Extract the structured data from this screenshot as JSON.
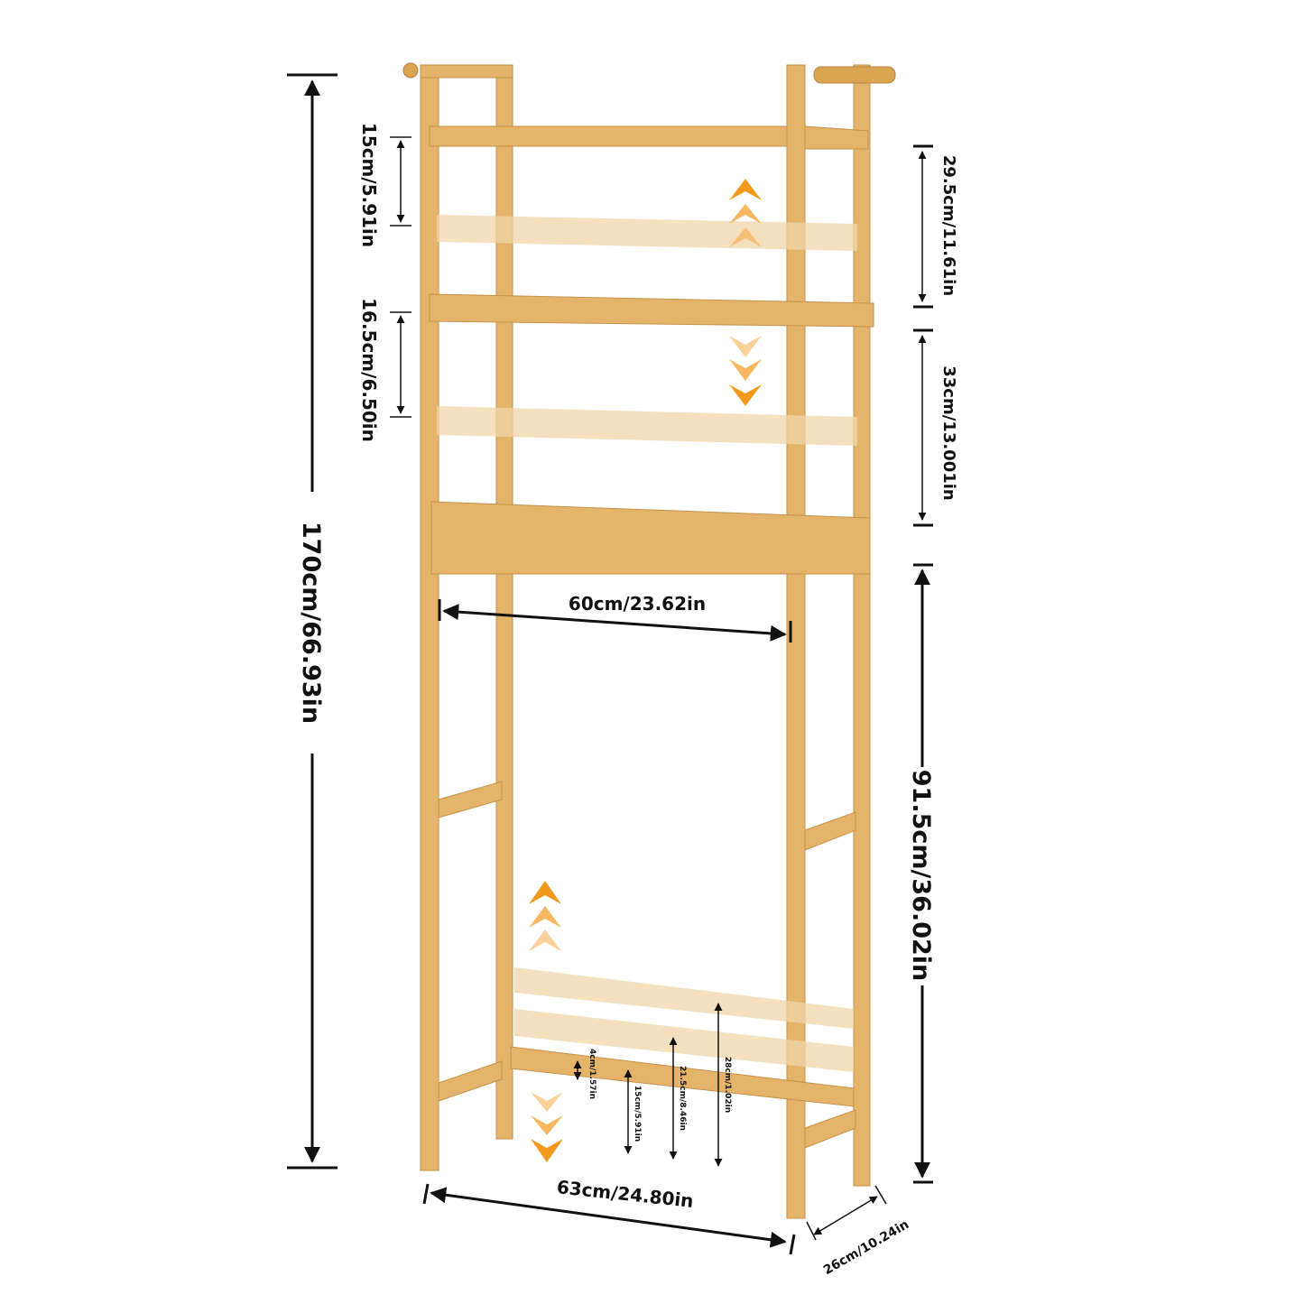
{
  "dimensions": {
    "total_height": "170cm/66.93in",
    "top_gap": "15cm/5.91in",
    "second_gap": "16.5cm/6.50in",
    "upper_right": "29.5cm/11.61in",
    "middle_right": "33cm/13.001in",
    "clearance_height": "91.5cm/36.02in",
    "inner_width": "60cm/23.62in",
    "outer_width": "63cm/24.80in",
    "depth": "26cm/10.24in",
    "bottom_4": "4cm/1.57in",
    "bottom_15": "15cm/5.91in",
    "bottom_21_5": "21.5cm/8.46in",
    "bottom_28": "28cm/1.02in"
  },
  "colors": {
    "wood": "#e4b46a",
    "arrow": "#f39a1e",
    "text": "#111111"
  }
}
